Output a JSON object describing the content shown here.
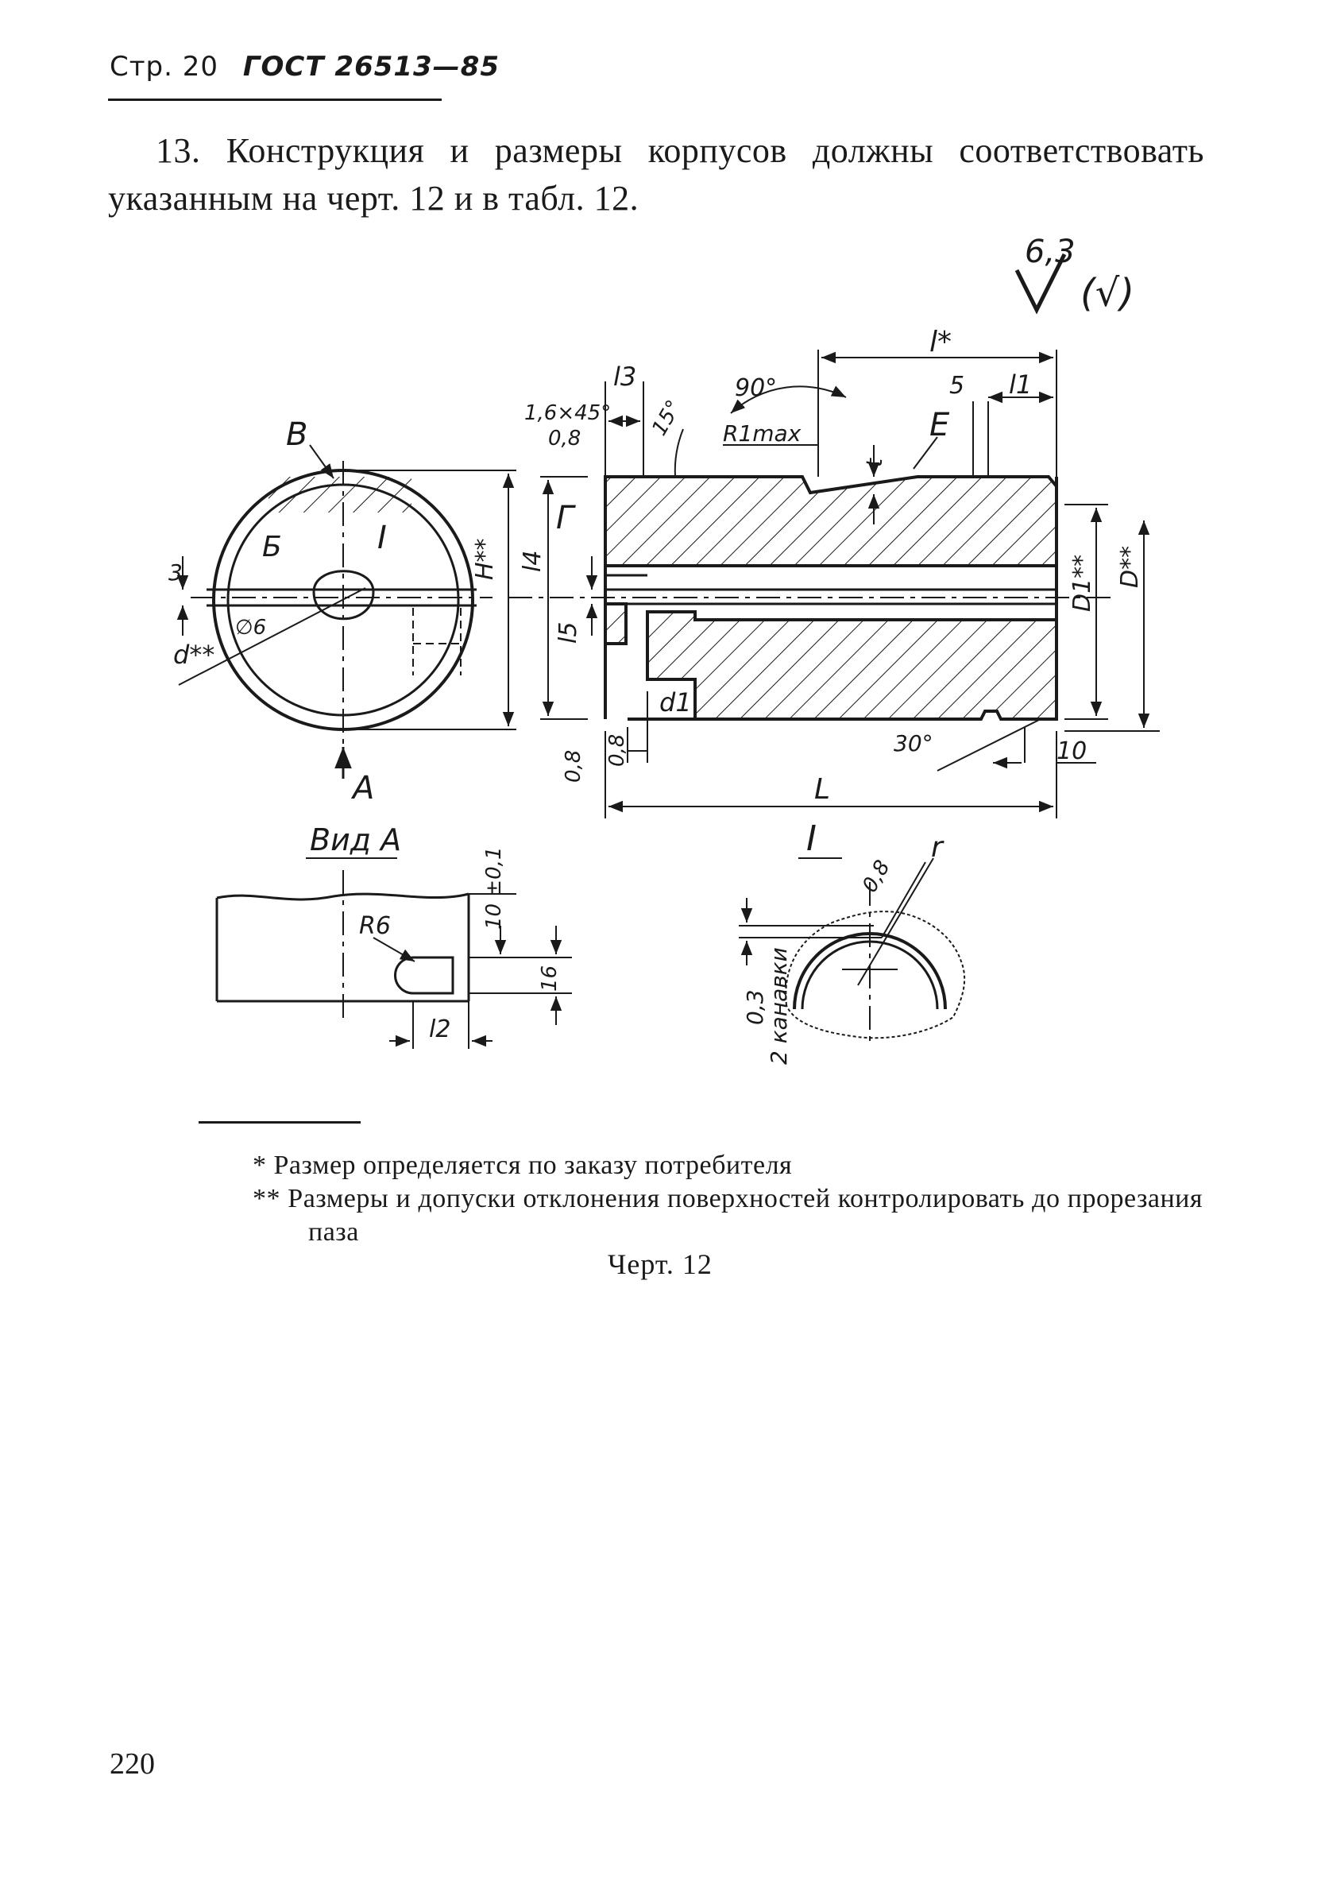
{
  "header": {
    "page_label": "Стр. 20",
    "standard": "ГОСТ 26513—85"
  },
  "intro": {
    "line1": "13. Конструкция и размеры корпусов должны соответствовать",
    "line2": "указанным на черт. 12 и в табл. 12."
  },
  "drawing": {
    "roughness": {
      "value": "6,3",
      "note": "(√)"
    },
    "front_view": {
      "letter_V": "В",
      "letter_B": "Б",
      "detail_I": "I",
      "dim_3": "3",
      "dim_phi6": "∅6",
      "dim_d": "d**",
      "dim_H": "H**",
      "view_arrow": "A"
    },
    "section": {
      "chamfer": "1,6×45°",
      "chamfer_roughness": "0,8",
      "l3": "l3",
      "angle_15": "15°",
      "angle_90": "90°",
      "R1max": "R1max",
      "t": "t",
      "E": "Е",
      "dim_5": "5",
      "l1": "l1",
      "l_star": "l*",
      "G": "Г",
      "l4": "l4",
      "l5": "l5",
      "d1": "d1",
      "roughness_08a": "0,8",
      "roughness_08b": "0,8",
      "D1": "D1**",
      "D": "D**",
      "angle_30": "30°",
      "dim_10": "10",
      "L": "L"
    },
    "view_A": {
      "title": "Вид А",
      "R6": "R6",
      "dim_10": "10 ±0,1",
      "dim_16": "16",
      "l2": "l2"
    },
    "detail_I": {
      "title": "I",
      "roughness": "0,8",
      "r": "r",
      "dim": "0,3",
      "grooves": "2 канавки"
    }
  },
  "footnotes": {
    "note1": "* Размер определяется по заказу потребителя",
    "note2": "** Размеры и допуски отклонения поверхностей контролировать до прорезания паза"
  },
  "caption": "Черт. 12",
  "page_number": "220"
}
